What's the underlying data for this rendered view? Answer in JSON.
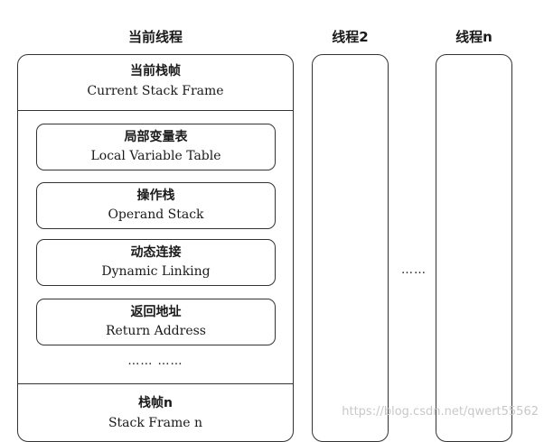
{
  "columns": {
    "current_thread": "当前线程",
    "thread2": "线程2",
    "threadn": "线程n"
  },
  "current_frame": {
    "zh": "当前栈帧",
    "en": "Current Stack Frame"
  },
  "blocks": [
    {
      "zh": "局部变量表",
      "en": "Local Variable Table"
    },
    {
      "zh": "操作栈",
      "en": "Operand Stack"
    },
    {
      "zh": "动态连接",
      "en": "Dynamic Linking"
    },
    {
      "zh": "返回地址",
      "en": "Return Address"
    }
  ],
  "inner_ellipsis": "…… ……",
  "between_ellipsis": "……",
  "frame_n": {
    "zh": "栈帧n",
    "en": "Stack Frame n"
  },
  "watermark": "https://blog.csdn.net/qwert55562"
}
